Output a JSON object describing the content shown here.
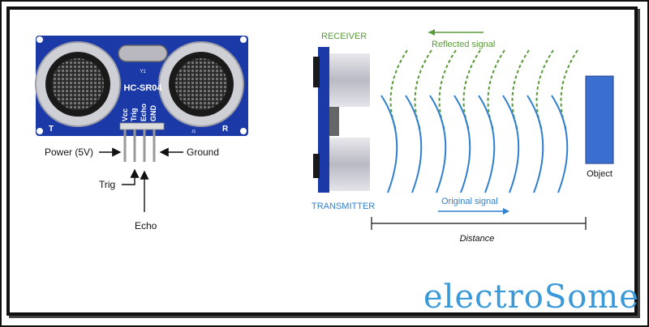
{
  "module": {
    "model": "HC-SR04",
    "crystal": "Y1",
    "connector": "J1",
    "left_mark": "T",
    "right_mark": "R",
    "pins": [
      "Vcc",
      "Trig",
      "Echo",
      "GND"
    ]
  },
  "labels": {
    "power": "Power (5V)",
    "ground": "Ground",
    "trig": "Trig",
    "echo": "Echo"
  },
  "diagram": {
    "receiver": "RECEIVER",
    "transmitter": "TRANSMITTER",
    "reflected": "Reflected signal",
    "original": "Original signal",
    "object": "Object",
    "distance": "Distance"
  },
  "watermark": "electroSome",
  "colors": {
    "board": "#1b3aa8",
    "reflected": "#5a9a3a",
    "original": "#2f7fcf",
    "object": "#3a6fd0"
  }
}
